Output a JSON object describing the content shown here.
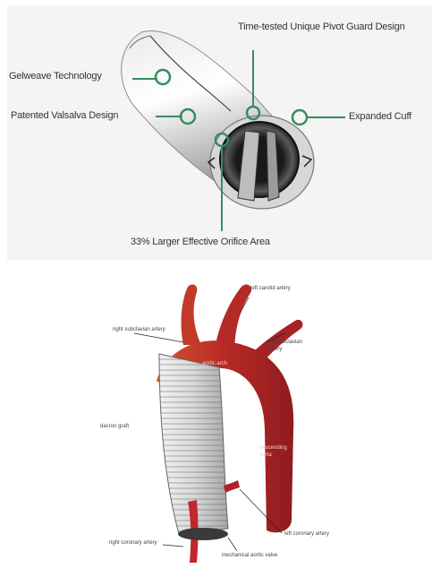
{
  "top_figure": {
    "labels": {
      "pivot_guard": "Time-tested Unique Pivot Guard Design",
      "gelweave": "Gelweave Technology",
      "valsalva": "Patented Valsalva Design",
      "cuff": "Expanded Cuff",
      "orifice": "33% Larger Effective Orifice Area"
    }
  },
  "bottom_figure": {
    "labels": {
      "left_carotid": "left carotid artery",
      "left_subclavian": "left subclavian artery",
      "right_subclavian": "right subclavian artery",
      "aortic_arch": "aortic arch",
      "dacron_graft": "dacron graft",
      "descending_aorta": "descending aorta",
      "right_coronary": "right coronary artery",
      "left_coronary": "left coronary artery",
      "mechanical_valve": "mechanical aortic valve"
    }
  },
  "colors": {
    "callout_green": "#3a8a60",
    "aorta_red": "#a31f23",
    "aorta_orange": "#d35330",
    "graft_grey": "#d8d8d8"
  }
}
